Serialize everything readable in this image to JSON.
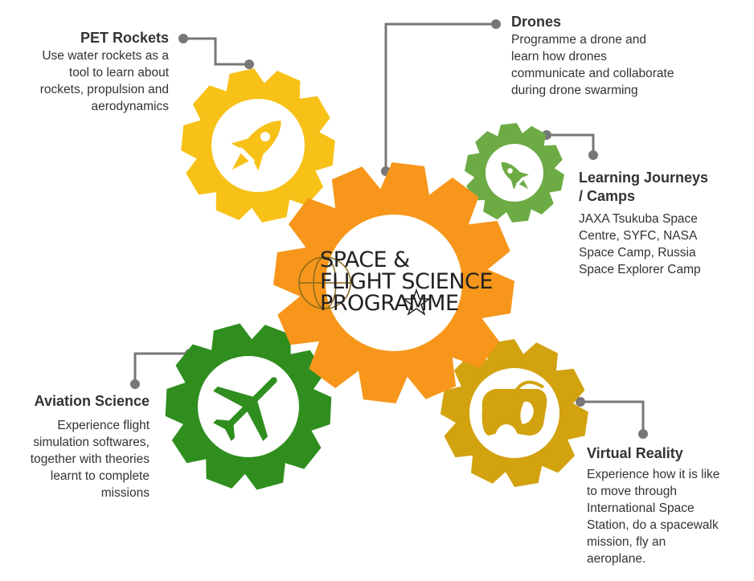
{
  "logo": {
    "line1": "SPACE &",
    "line2": "FLIGHT SCIENCE",
    "line3": "PROGRAMME"
  },
  "items": {
    "pet": {
      "title": "PET Rockets",
      "body": [
        "Use water rockets as a",
        "tool to learn about",
        "rockets, propulsion and",
        "aerodynamics"
      ],
      "color": "#F7C117"
    },
    "drones": {
      "title": "Drones",
      "body": [
        "Programme a drone and",
        "learn how drones",
        "communicate and collaborate",
        "during drone swarming"
      ]
    },
    "journeys": {
      "title": [
        "Learning Journeys",
        "/ Camps"
      ],
      "body": [
        "JAXA Tsukuba Space",
        "Centre, SYFC, NASA",
        "Space Camp, Russia",
        "Space Explorer Camp"
      ],
      "color": "#6DAB45"
    },
    "aviation": {
      "title": "Aviation Science",
      "body": [
        "Experience flight",
        "simulation softwares,",
        "together with theories",
        "learnt to complete",
        "missions"
      ],
      "color": "#2F8E1E"
    },
    "vr": {
      "title": "Virtual Reality",
      "body": [
        "Experience how it is like",
        "to move through",
        "International Space",
        "Station, do a spacewalk",
        "mission, fly an",
        "aeroplane."
      ],
      "color": "#D2A20F"
    }
  },
  "colors": {
    "center_gear": "#F7961A",
    "connector": "#777777",
    "text": "#333333"
  },
  "icons": [
    "rocket-icon",
    "rocket-icon",
    "airplane-icon",
    "vr-headset-icon",
    "globe-icon",
    "star-icon"
  ]
}
